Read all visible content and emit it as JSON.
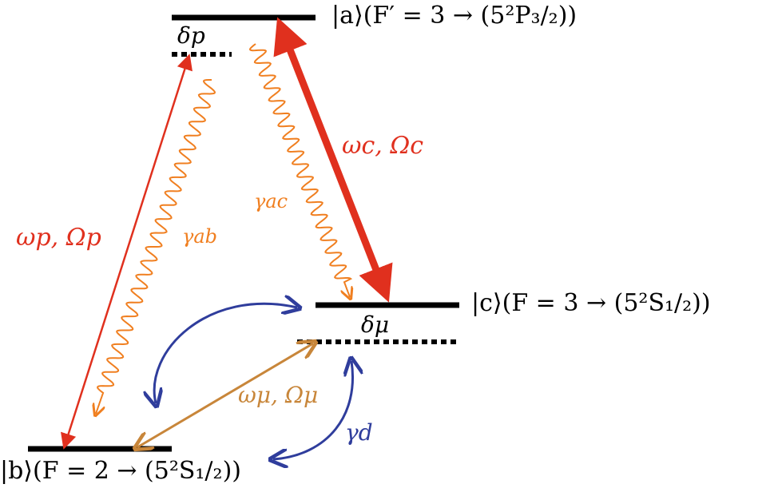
{
  "levels": {
    "a": "|a⟩(F′ = 3 → (5²P₃/₂))",
    "b": "|b⟩(F = 2 → (5²S₁/₂))",
    "c": "|c⟩(F = 3 → (5²S₁/₂))"
  },
  "detunings": {
    "probe": "δp",
    "microwave": "δμ"
  },
  "transitions": {
    "probe": "ωp, Ωp",
    "coupling": "ωc, Ωc",
    "microwave": "ωμ, Ωμ"
  },
  "decays": {
    "ab": "γab",
    "ac": "γac",
    "dephasing": "γd"
  },
  "colors": {
    "probe": "#e0301e",
    "decay": "#f07f20",
    "microwave": "#c8863a",
    "dephasing": "#2f3d9c"
  }
}
